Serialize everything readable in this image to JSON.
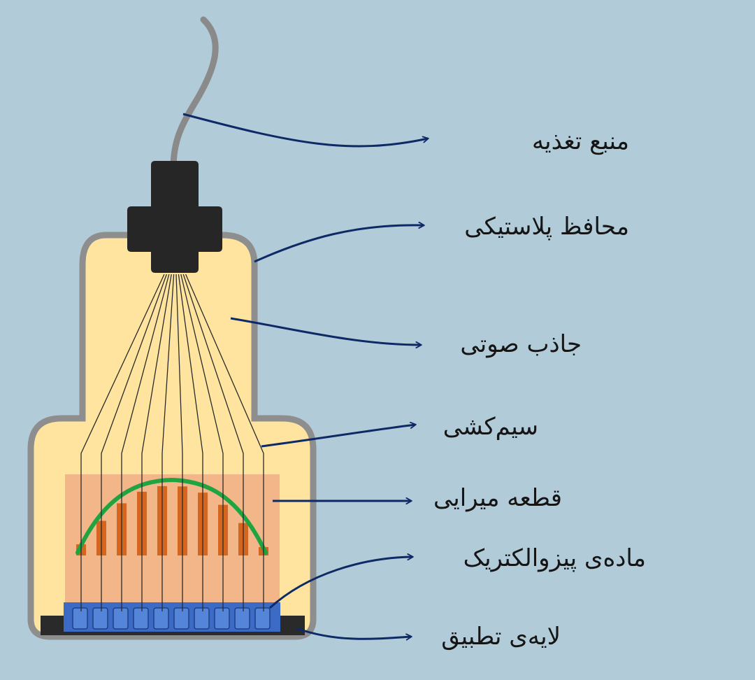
{
  "labels": {
    "power_source": "منبع تغذیه",
    "plastic_housing": "محافظ پلاستیکی",
    "acoustic_absorber": "جاذب صوتی",
    "wiring": "سیم‌کشی",
    "damping_block": "قطعه میرایی",
    "piezoelectric_material": "ماده‌ی پیزوالکتریک",
    "matching_layer": "لایه‌ی تطبیق"
  },
  "colors": {
    "background": "#b1cbd8",
    "housing_outline": "#8e8e8e",
    "absorber_fill": "#fee49e",
    "connector": "#262626",
    "cable": "#8a8a8a",
    "damping_block": "#f3b688",
    "piezo_elements": "#d4661f",
    "beam_curve": "#20a442",
    "matching_layer": "#3b6bc4",
    "base": "#2a2a2a",
    "arrows": "#0e2a66"
  }
}
